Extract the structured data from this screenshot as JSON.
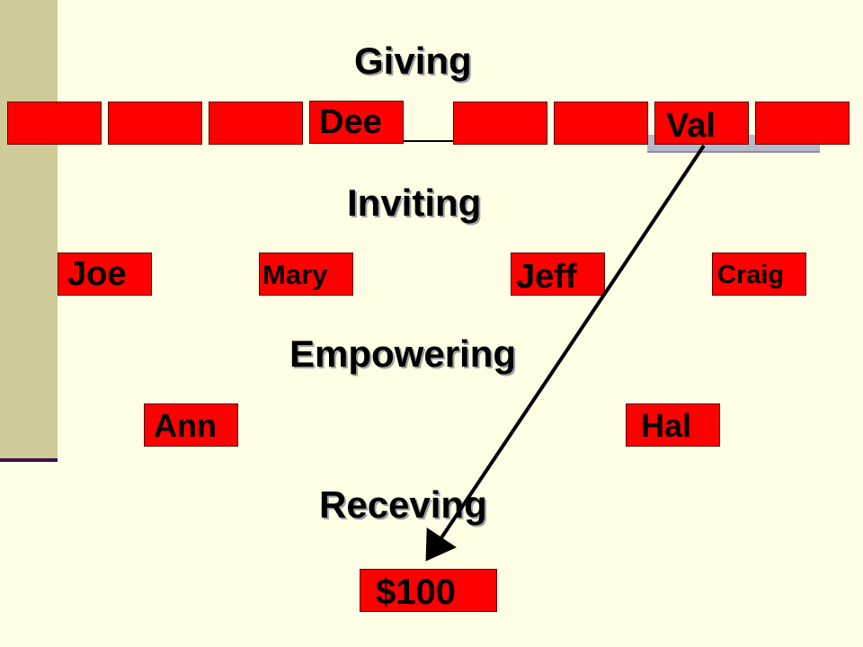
{
  "headings": {
    "giving": "Giving",
    "inviting": "Inviting",
    "empowering": "Empowering",
    "receiving": "Receving"
  },
  "giving_row": [
    "",
    "",
    "",
    "Dee",
    "",
    "",
    "Val",
    ""
  ],
  "inviting_row": [
    "Joe",
    "Mary",
    "Jeff",
    "Craig"
  ],
  "empowering_row": [
    "Ann",
    "Hal"
  ],
  "receiving_box": "$100",
  "colors": {
    "background": "#FFFFE5",
    "box": "#FF0000",
    "sidebar": "#CFCB98"
  }
}
